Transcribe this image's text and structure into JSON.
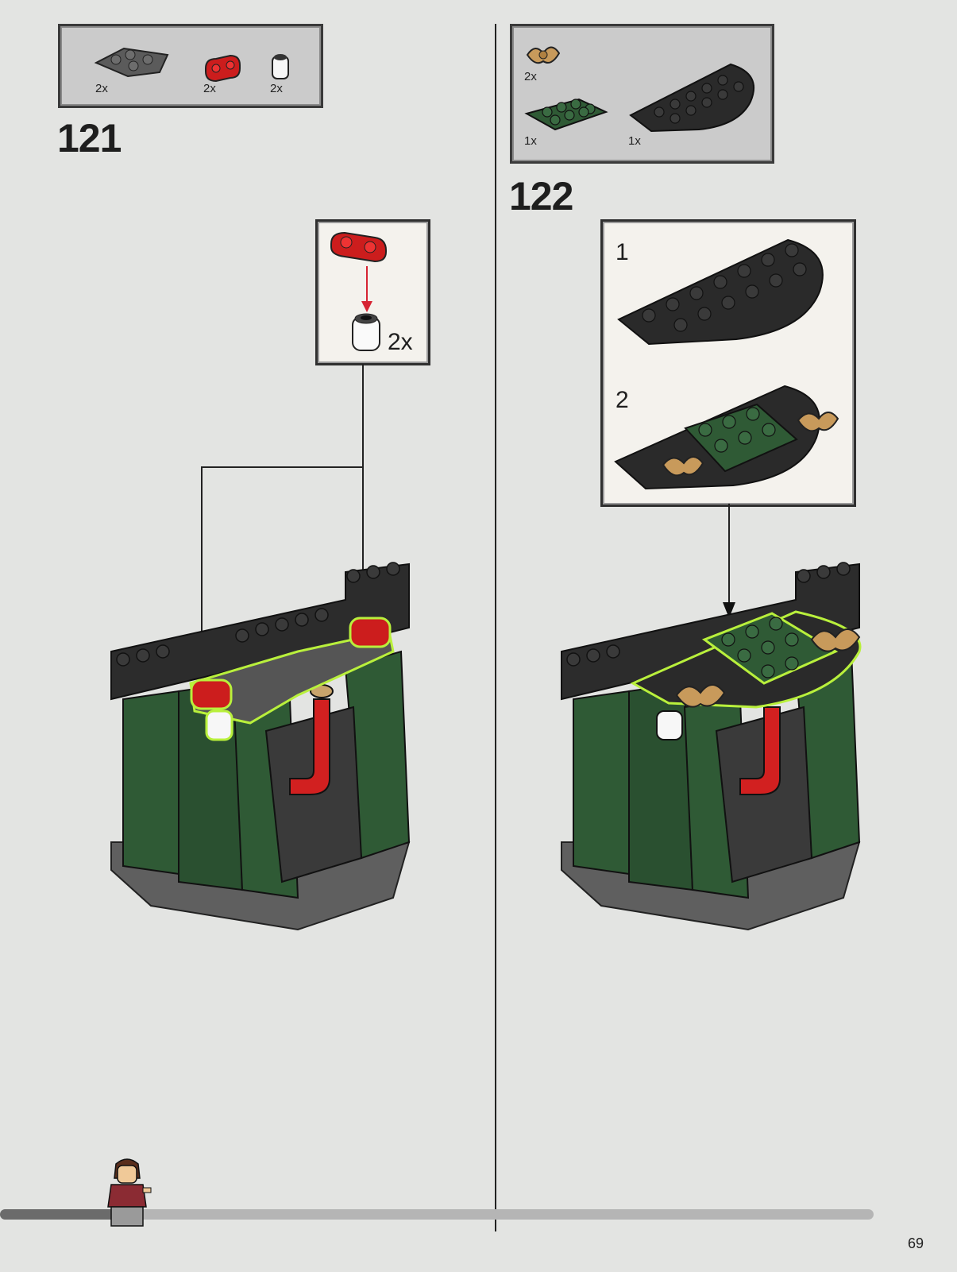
{
  "step121": {
    "number": "121",
    "parts": [
      {
        "name": "dark-gray-wedge-plate",
        "qty": "2x",
        "color": "#5b5b5b"
      },
      {
        "name": "red-plate-1x2-rounded",
        "qty": "2x",
        "color": "#cc1d1d"
      },
      {
        "name": "trans-clear-round-brick",
        "qty": "2x",
        "color": "#f5f5f5"
      }
    ],
    "callout_qty": "2x"
  },
  "step122": {
    "number": "122",
    "parts": [
      {
        "name": "tan-leaf-element",
        "qty": "2x",
        "color": "#c89a5b"
      },
      {
        "name": "dark-green-plate-2x4",
        "qty": "1x",
        "color": "#2f5a35"
      },
      {
        "name": "black-half-round-plate",
        "qty": "1x",
        "color": "#2a2a2a"
      }
    ],
    "substeps": [
      "1",
      "2"
    ]
  },
  "page": {
    "number": "69"
  },
  "colors": {
    "background": "#e3e4e2",
    "highlight": "#b9f03c",
    "dark_green": "#2f5a35",
    "black": "#2a2a2a",
    "red": "#cc1d1d",
    "progress_dark": "#6b6b6b",
    "progress_light": "#b5b5b5"
  }
}
